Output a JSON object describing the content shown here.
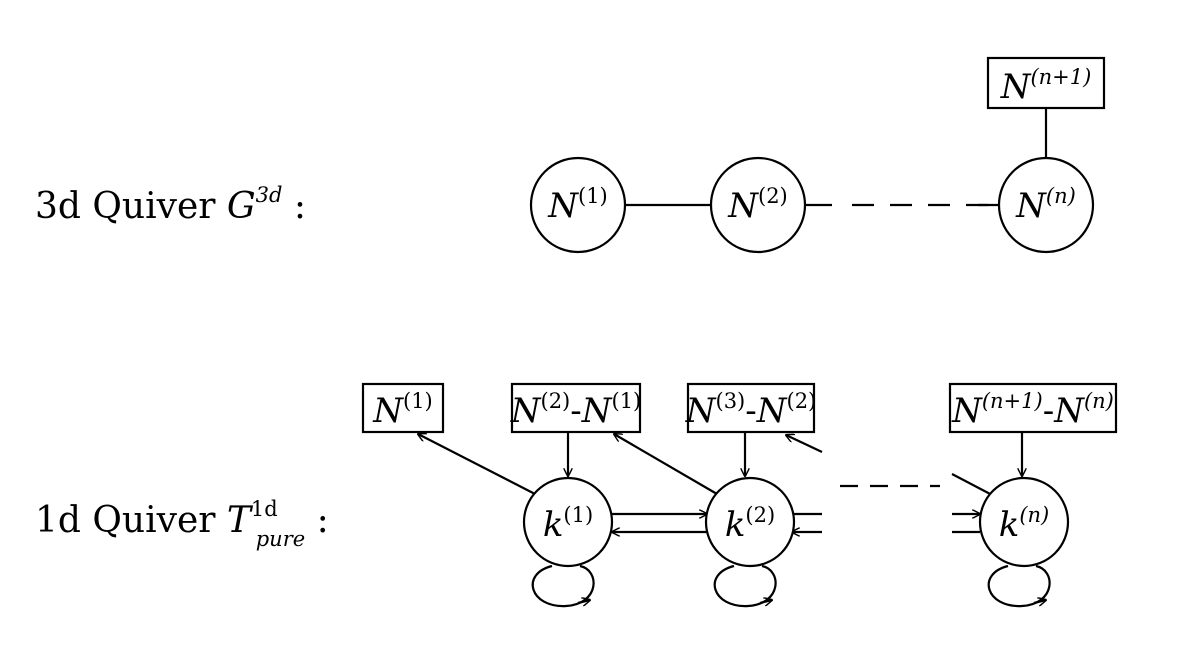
{
  "diagram": {
    "top": {
      "caption_prefix": "3d Quiver ",
      "caption_symbol": "G",
      "caption_sup": "3d",
      "caption_suffix": " :",
      "gauge_nodes": [
        {
          "base": "N",
          "sup": "(1)"
        },
        {
          "base": "N",
          "sup": "(2)"
        },
        {
          "base": "N",
          "sup": "(n)"
        }
      ],
      "flavor_node": {
        "base": "N",
        "sup": "(n+1)"
      }
    },
    "bottom": {
      "caption_prefix": "1d Quiver ",
      "caption_symbol": "T",
      "caption_sup": "1d",
      "caption_sub": "pure",
      "caption_suffix": " :",
      "gauge_nodes": [
        {
          "base": "k",
          "sup": "(1)"
        },
        {
          "base": "k",
          "sup": "(2)"
        },
        {
          "base": "k",
          "sup": "(n)"
        }
      ],
      "flavor_nodes": [
        {
          "a": "N",
          "a_sup": "(1)",
          "dash": "",
          "b": "",
          "b_sup": ""
        },
        {
          "a": "N",
          "a_sup": "(2)",
          "dash": "-",
          "b": "N",
          "b_sup": "(1)"
        },
        {
          "a": "N",
          "a_sup": "(3)",
          "dash": "-",
          "b": "N",
          "b_sup": "(2)"
        },
        {
          "a": "N",
          "a_sup": "(n+1)",
          "dash": "-",
          "b": "N",
          "b_sup": "(n)"
        }
      ]
    }
  }
}
